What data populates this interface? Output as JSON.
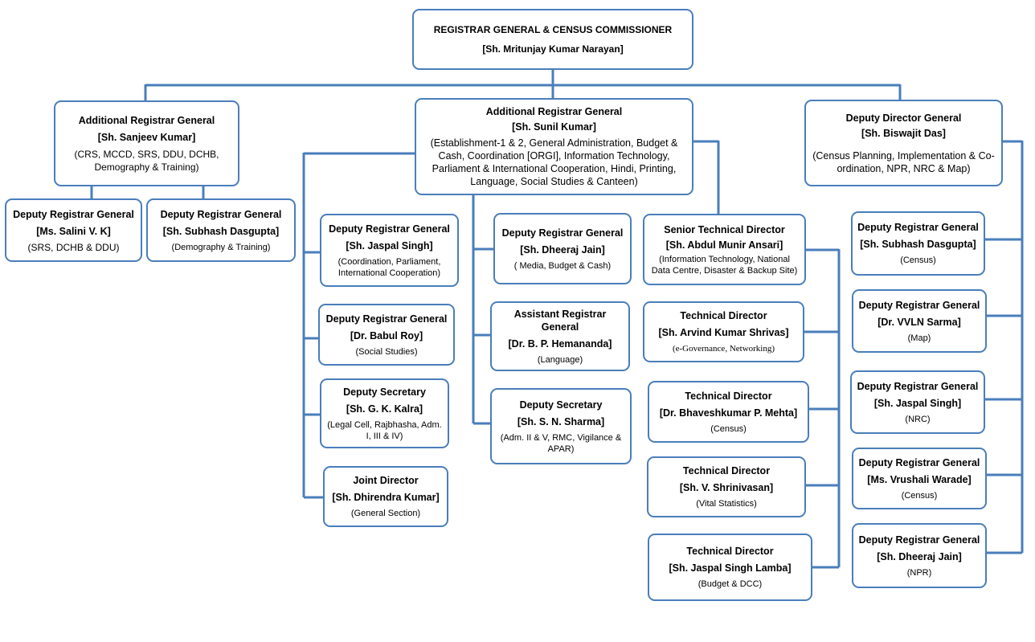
{
  "top": {
    "title": "REGISTRAR GENERAL & CENSUS COMMISSIONER",
    "name": "[Sh. Mritunjay Kumar Narayan]"
  },
  "left_branch": {
    "head": {
      "title": "Additional Registrar General",
      "name": "[Sh. Sanjeev Kumar]",
      "desc": "(CRS, MCCD, SRS, DDU, DCHB, Demography & Training)"
    },
    "drg1": {
      "title": "Deputy Registrar General",
      "name": "[Ms. Salini V. K]",
      "desc": "(SRS, DCHB & DDU)"
    },
    "drg2": {
      "title": "Deputy Registrar General",
      "name": "[Sh. Subhash Dasgupta]",
      "desc": "(Demography & Training)"
    }
  },
  "center_branch": {
    "head": {
      "title": "Additional Registrar General",
      "name": "[Sh. Sunil Kumar]",
      "desc": "(Establishment-1 & 2, General Administration, Budget & Cash, Coordination [ORGI], Information Technology, Parliament & International Cooperation, Hindi, Printing, Language, Social Studies & Canteen)"
    },
    "col1": [
      {
        "title": "Deputy Registrar General",
        "name": "[Sh. Jaspal Singh]",
        "desc": "(Coordination, Parliament, International Cooperation)"
      },
      {
        "title": "Deputy Registrar General",
        "name": "[Dr. Babul Roy]",
        "desc": "(Social Studies)"
      },
      {
        "title": "Deputy Secretary",
        "name": "[Sh.  G. K. Kalra]",
        "desc": "(Legal Cell, Rajbhasha, Adm. I, III & IV)"
      },
      {
        "title": "Joint Director",
        "name": "[Sh. Dhirendra Kumar]",
        "desc": "(General Section)"
      }
    ],
    "col2": [
      {
        "title": "Deputy Registrar General",
        "name": "[Sh. Dheeraj Jain]",
        "desc": "( Media, Budget & Cash)"
      },
      {
        "title": "Assistant Registrar General",
        "name": "[Dr. B. P. Hemananda]",
        "desc": "(Language)"
      },
      {
        "title": "Deputy Secretary",
        "name": "[Sh. S. N. Sharma]",
        "desc": "(Adm. II & V, RMC, Vigilance & APAR)"
      }
    ],
    "std": {
      "title": "Senior Technical Director",
      "name": "[Sh. Abdul Munir Ansari]",
      "desc": "(Information Technology, National Data Centre, Disaster & Backup Site)"
    },
    "tds": [
      {
        "title": "Technical Director",
        "name": "[Sh. Arvind Kumar Shrivas]",
        "desc": "(e-Governance, Networking)"
      },
      {
        "title": "Technical Director",
        "name": "[Dr. Bhaveshkumar P. Mehta]",
        "desc": "(Census)"
      },
      {
        "title": "Technical Director",
        "name": "[Sh. V. Shrinivasan]",
        "desc": "(Vital Statistics)"
      },
      {
        "title": "Technical Director",
        "name": "[Sh. Jaspal Singh Lamba]",
        "desc": "(Budget & DCC)"
      }
    ]
  },
  "right_branch": {
    "head": {
      "title": "Deputy Director General",
      "name": "[Sh. Biswajit Das]",
      "desc": "(Census Planning, Implementation & Co-ordination, NPR, NRC & Map)"
    },
    "drgs": [
      {
        "title": "Deputy Registrar General",
        "name": "[Sh. Subhash Dasgupta]",
        "desc": "(Census)"
      },
      {
        "title": "Deputy Registrar General",
        "name": "[Dr. VVLN Sarma]",
        "desc": "(Map)"
      },
      {
        "title": "Deputy Registrar General",
        "name": "[Sh. Jaspal Singh]",
        "desc": "(NRC)"
      },
      {
        "title": "Deputy Registrar General",
        "name": "[Ms. Vrushali Warade]",
        "desc": "(Census)"
      },
      {
        "title": "Deputy Registrar General",
        "name": "[Sh. Dheeraj Jain]",
        "desc": "(NPR)"
      }
    ]
  },
  "colors": {
    "line": "#4a7ebb",
    "border": "#4a7ebb"
  }
}
